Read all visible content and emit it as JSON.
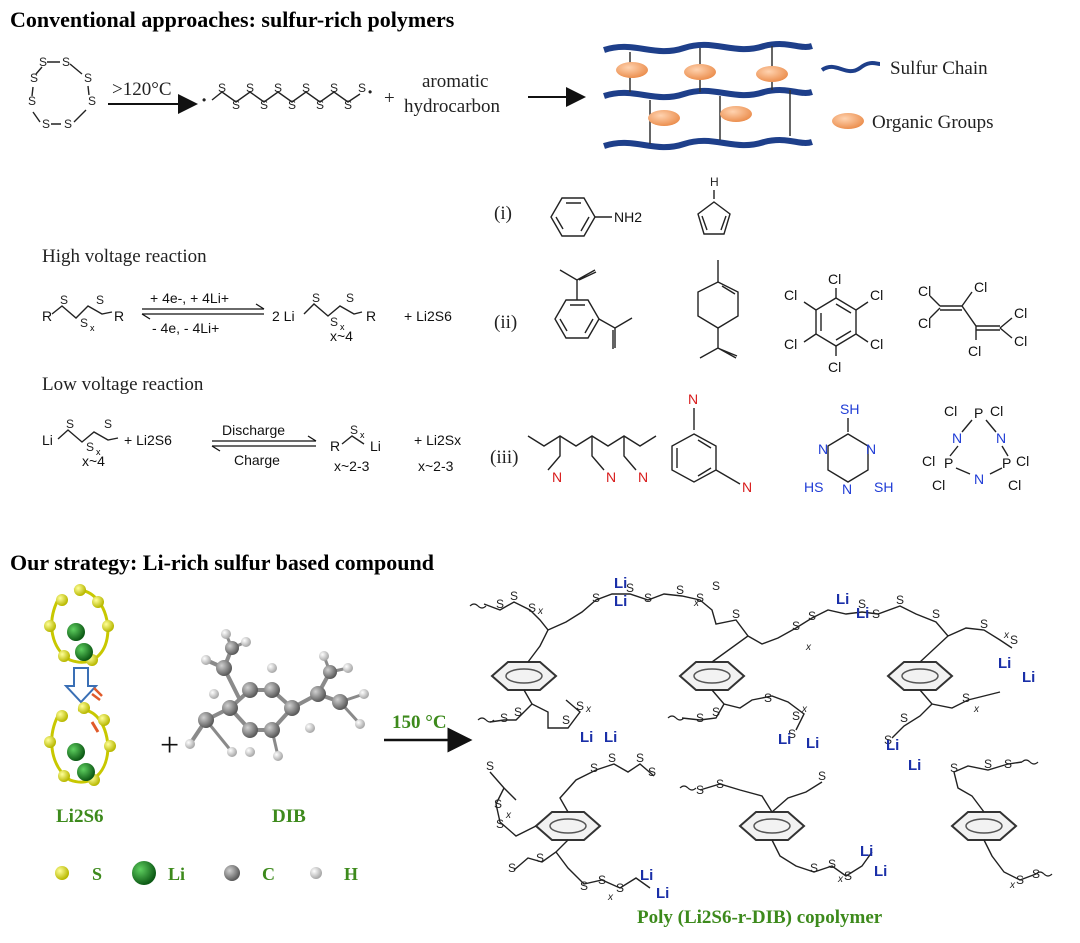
{
  "titles": {
    "conventional": "Conventional approaches: sulfur-rich polymers",
    "strategy": "Our strategy: Li-rich sulfur based compound"
  },
  "top_scheme": {
    "condition": ">120°C",
    "plus": "+",
    "reactant_line1": "aromatic",
    "reactant_line2": "hydrocarbon",
    "legend_sulfur": "Sulfur Chain",
    "legend_organic": "Organic Groups"
  },
  "reactions": {
    "high_label": "High voltage reaction",
    "high_forward": "+ 4e-, + 4Li+",
    "high_reverse": "- 4e, - 4Li+",
    "high_product": "2 Li",
    "high_x": "x~4",
    "high_byproduct": "+ Li2S6",
    "low_label": "Low voltage reaction",
    "low_reactant_x": "x~4",
    "low_plus_li2s6": "+ Li2S6",
    "low_discharge": "Discharge",
    "low_charge": "Charge",
    "low_product_x": "x~2-3",
    "low_byproduct": "+ Li2Sx",
    "low_byproduct_x": "x~2-3"
  },
  "classes": {
    "i": "(i)",
    "ii": "(ii)",
    "iii": "(iii)"
  },
  "molecules": {
    "nh2": "NH2",
    "h": "H",
    "cl": "Cl",
    "n": "N",
    "sh": "SH",
    "hs": "HS",
    "p": "P"
  },
  "strategy": {
    "condition": "150 °C",
    "plus": "+",
    "li2s6_label": "Li2S6",
    "dib_label": "DIB",
    "legend": [
      "S",
      "Li",
      "C",
      "H"
    ],
    "copolymer_label": "Poly (Li2S6-r-DIB) copolymer",
    "li": "Li",
    "s": "S",
    "sx": "Sx"
  },
  "colors": {
    "sulfur_chain": "#1e3f8a",
    "organic_group": "#f4a46c",
    "green_label": "#3d8a1c",
    "li_blue": "#1a2fa8",
    "sulfur_yellow": "#e6e600",
    "lithium_green": "#1a8a2a",
    "carbon_grey": "#8a8a8a"
  }
}
